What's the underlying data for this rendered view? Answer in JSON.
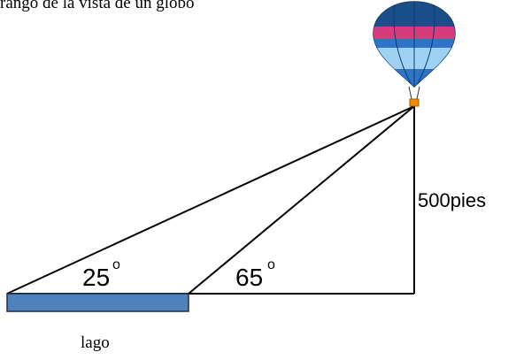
{
  "diagram": {
    "top_text": "rango de la vista de un globo",
    "angle_a": {
      "value": "25",
      "degree_mark": "o"
    },
    "angle_b": {
      "value": "65",
      "degree_mark": "o"
    },
    "height_label": "500pies",
    "lake_label": "lago",
    "colors": {
      "lake_fill": "#4f81bd",
      "lake_stroke": "#1f2f4f",
      "balloon_dark": "#1a4e8a",
      "balloon_mid": "#2f74c8",
      "balloon_light": "#9fd2f2",
      "balloon_pink": "#d63c7c",
      "basket": "#f08a00"
    }
  }
}
